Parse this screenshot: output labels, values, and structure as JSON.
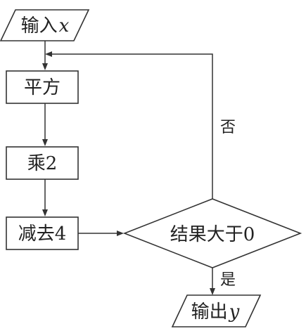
{
  "nodes": {
    "input": {
      "text": "输入",
      "var": "x"
    },
    "square": {
      "text": "平方"
    },
    "multiply": {
      "text": "乘2"
    },
    "subtract": {
      "text": "减去4"
    },
    "decision": {
      "text": "结果大于0"
    },
    "output": {
      "text": "输出",
      "var": "y"
    }
  },
  "edges": {
    "no_label": "否",
    "yes_label": "是"
  }
}
